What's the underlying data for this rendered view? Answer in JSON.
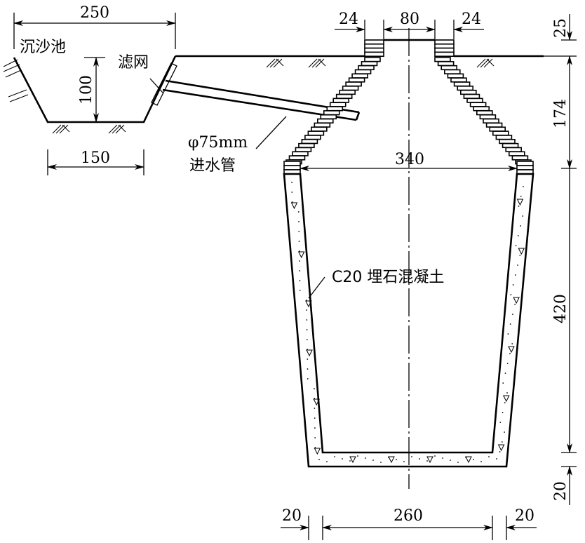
{
  "labels": {
    "sand_pond": "沉沙池",
    "filter": "滤网",
    "pipe_size": "φ75mm",
    "pipe_name": "进水管",
    "concrete": "C20 埋石混凝土"
  },
  "dimensions": {
    "pond_top_width": "250",
    "pond_depth": "100",
    "pond_bottom_width": "150",
    "collar_left": "24",
    "opening": "80",
    "collar_right": "24",
    "shoulder_width": "340",
    "collar_height": "25",
    "dome_height": "174",
    "wall_height": "420",
    "floor_thickness": "20",
    "wall_left_thickness": "20",
    "bottom_width": "260",
    "wall_right_thickness": "20"
  },
  "colors": {
    "line": "#000000",
    "background": "#ffffff"
  }
}
